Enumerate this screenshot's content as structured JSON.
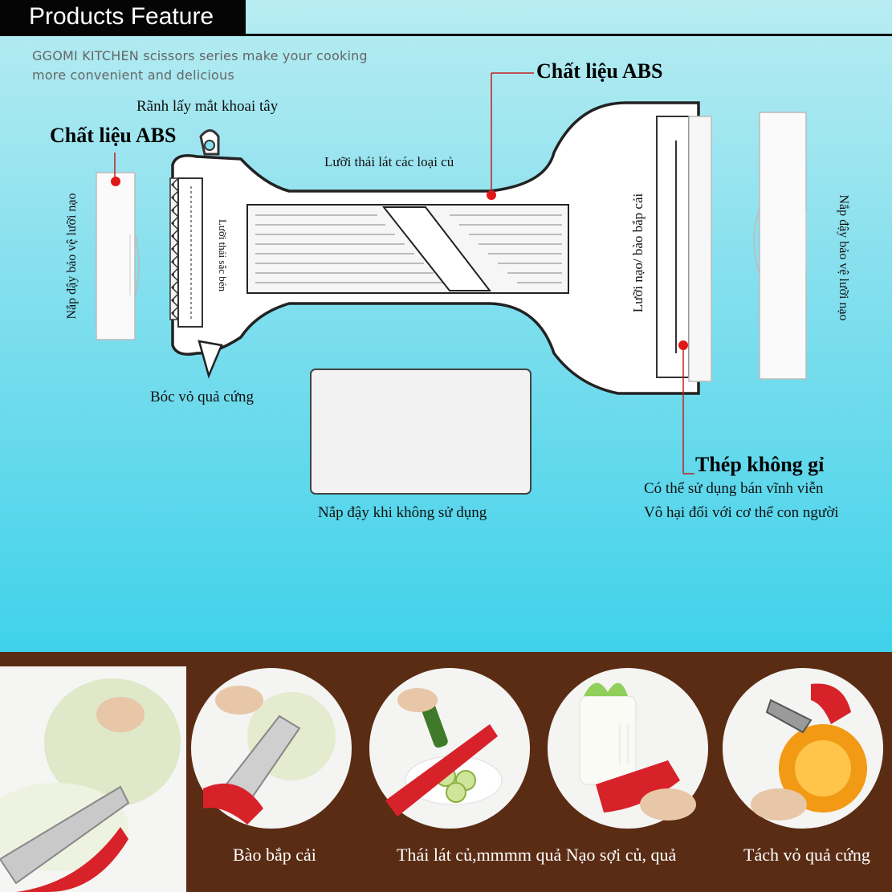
{
  "header": {
    "title": "Products Feature",
    "tagline_line1": "GGOMI KITCHEN scissors series make your cooking",
    "tagline_line2": "more convenient and delicious"
  },
  "diagram": {
    "abs_top": "Chất liệu ABS",
    "abs_left": "Chất liệu ABS",
    "potato_eye": "Rãnh lấy mắt khoai tây",
    "slice_blade": "Lưỡi thái lát các loại củ",
    "sharp_blade": "Lưỡi thái sắc bén",
    "left_cover": "Nắp đậy bảo vệ lưỡi nạo",
    "grater_blade": "Lưỡi nạo/ bào bắp cải",
    "right_cover": "Nắp đậy bảo vệ lưỡi nạo",
    "hard_peel": "Bóc vỏ quả cứng",
    "storage_cover": "Nắp đậy khi không sử dụng",
    "steel_title": "Thép không gỉ",
    "steel_line1": "Có thể sử dụng bán vĩnh viễn",
    "steel_line2": "Vô hại đối với cơ thể con người"
  },
  "captions": {
    "c1": "Bào bắp cải",
    "c2": "Thái lát củ,mmmm quả Nạo sợi củ, quả",
    "c3": "Tách vỏ quả cứng"
  },
  "colors": {
    "marker": "#e01818",
    "accent_red": "#d8222a",
    "bottom_bg": "#5a2c14"
  }
}
